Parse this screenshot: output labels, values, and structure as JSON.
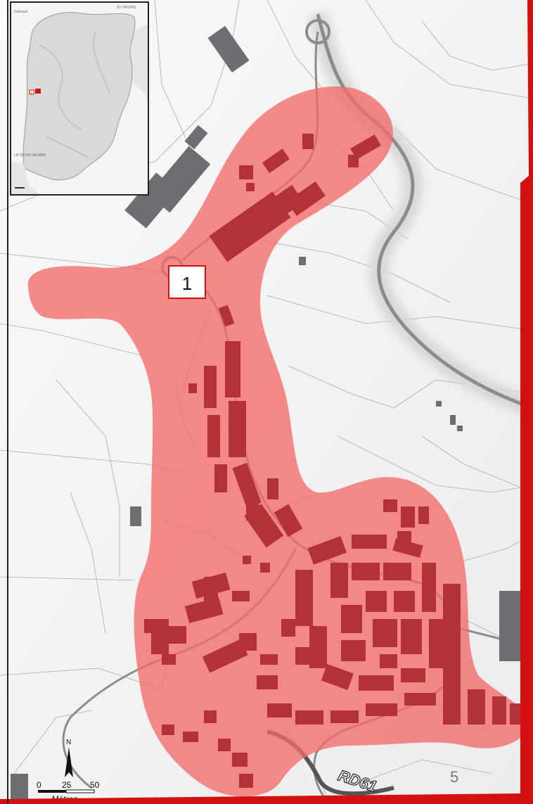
{
  "map": {
    "zone_label": "1",
    "road_label": "RD61",
    "page_number": "5",
    "north_label": "N",
    "scale": {
      "ticks": [
        "0",
        "25",
        "50"
      ],
      "unit": "Mètres"
    },
    "colors": {
      "zone_fill": "#f46a6a",
      "building_in_zone": "#b23236",
      "building_outside": "#6d6e71",
      "road": "#8c8c8c",
      "parcel_line": "#a9a9a9",
      "border_red": "#d41010"
    }
  },
  "inset": {
    "top_right_label": "ST-TROPEZ",
    "top_left_label": "Grimaud",
    "bottom_left_label": "LA CROIX-VALMER",
    "marker_label": "1"
  }
}
